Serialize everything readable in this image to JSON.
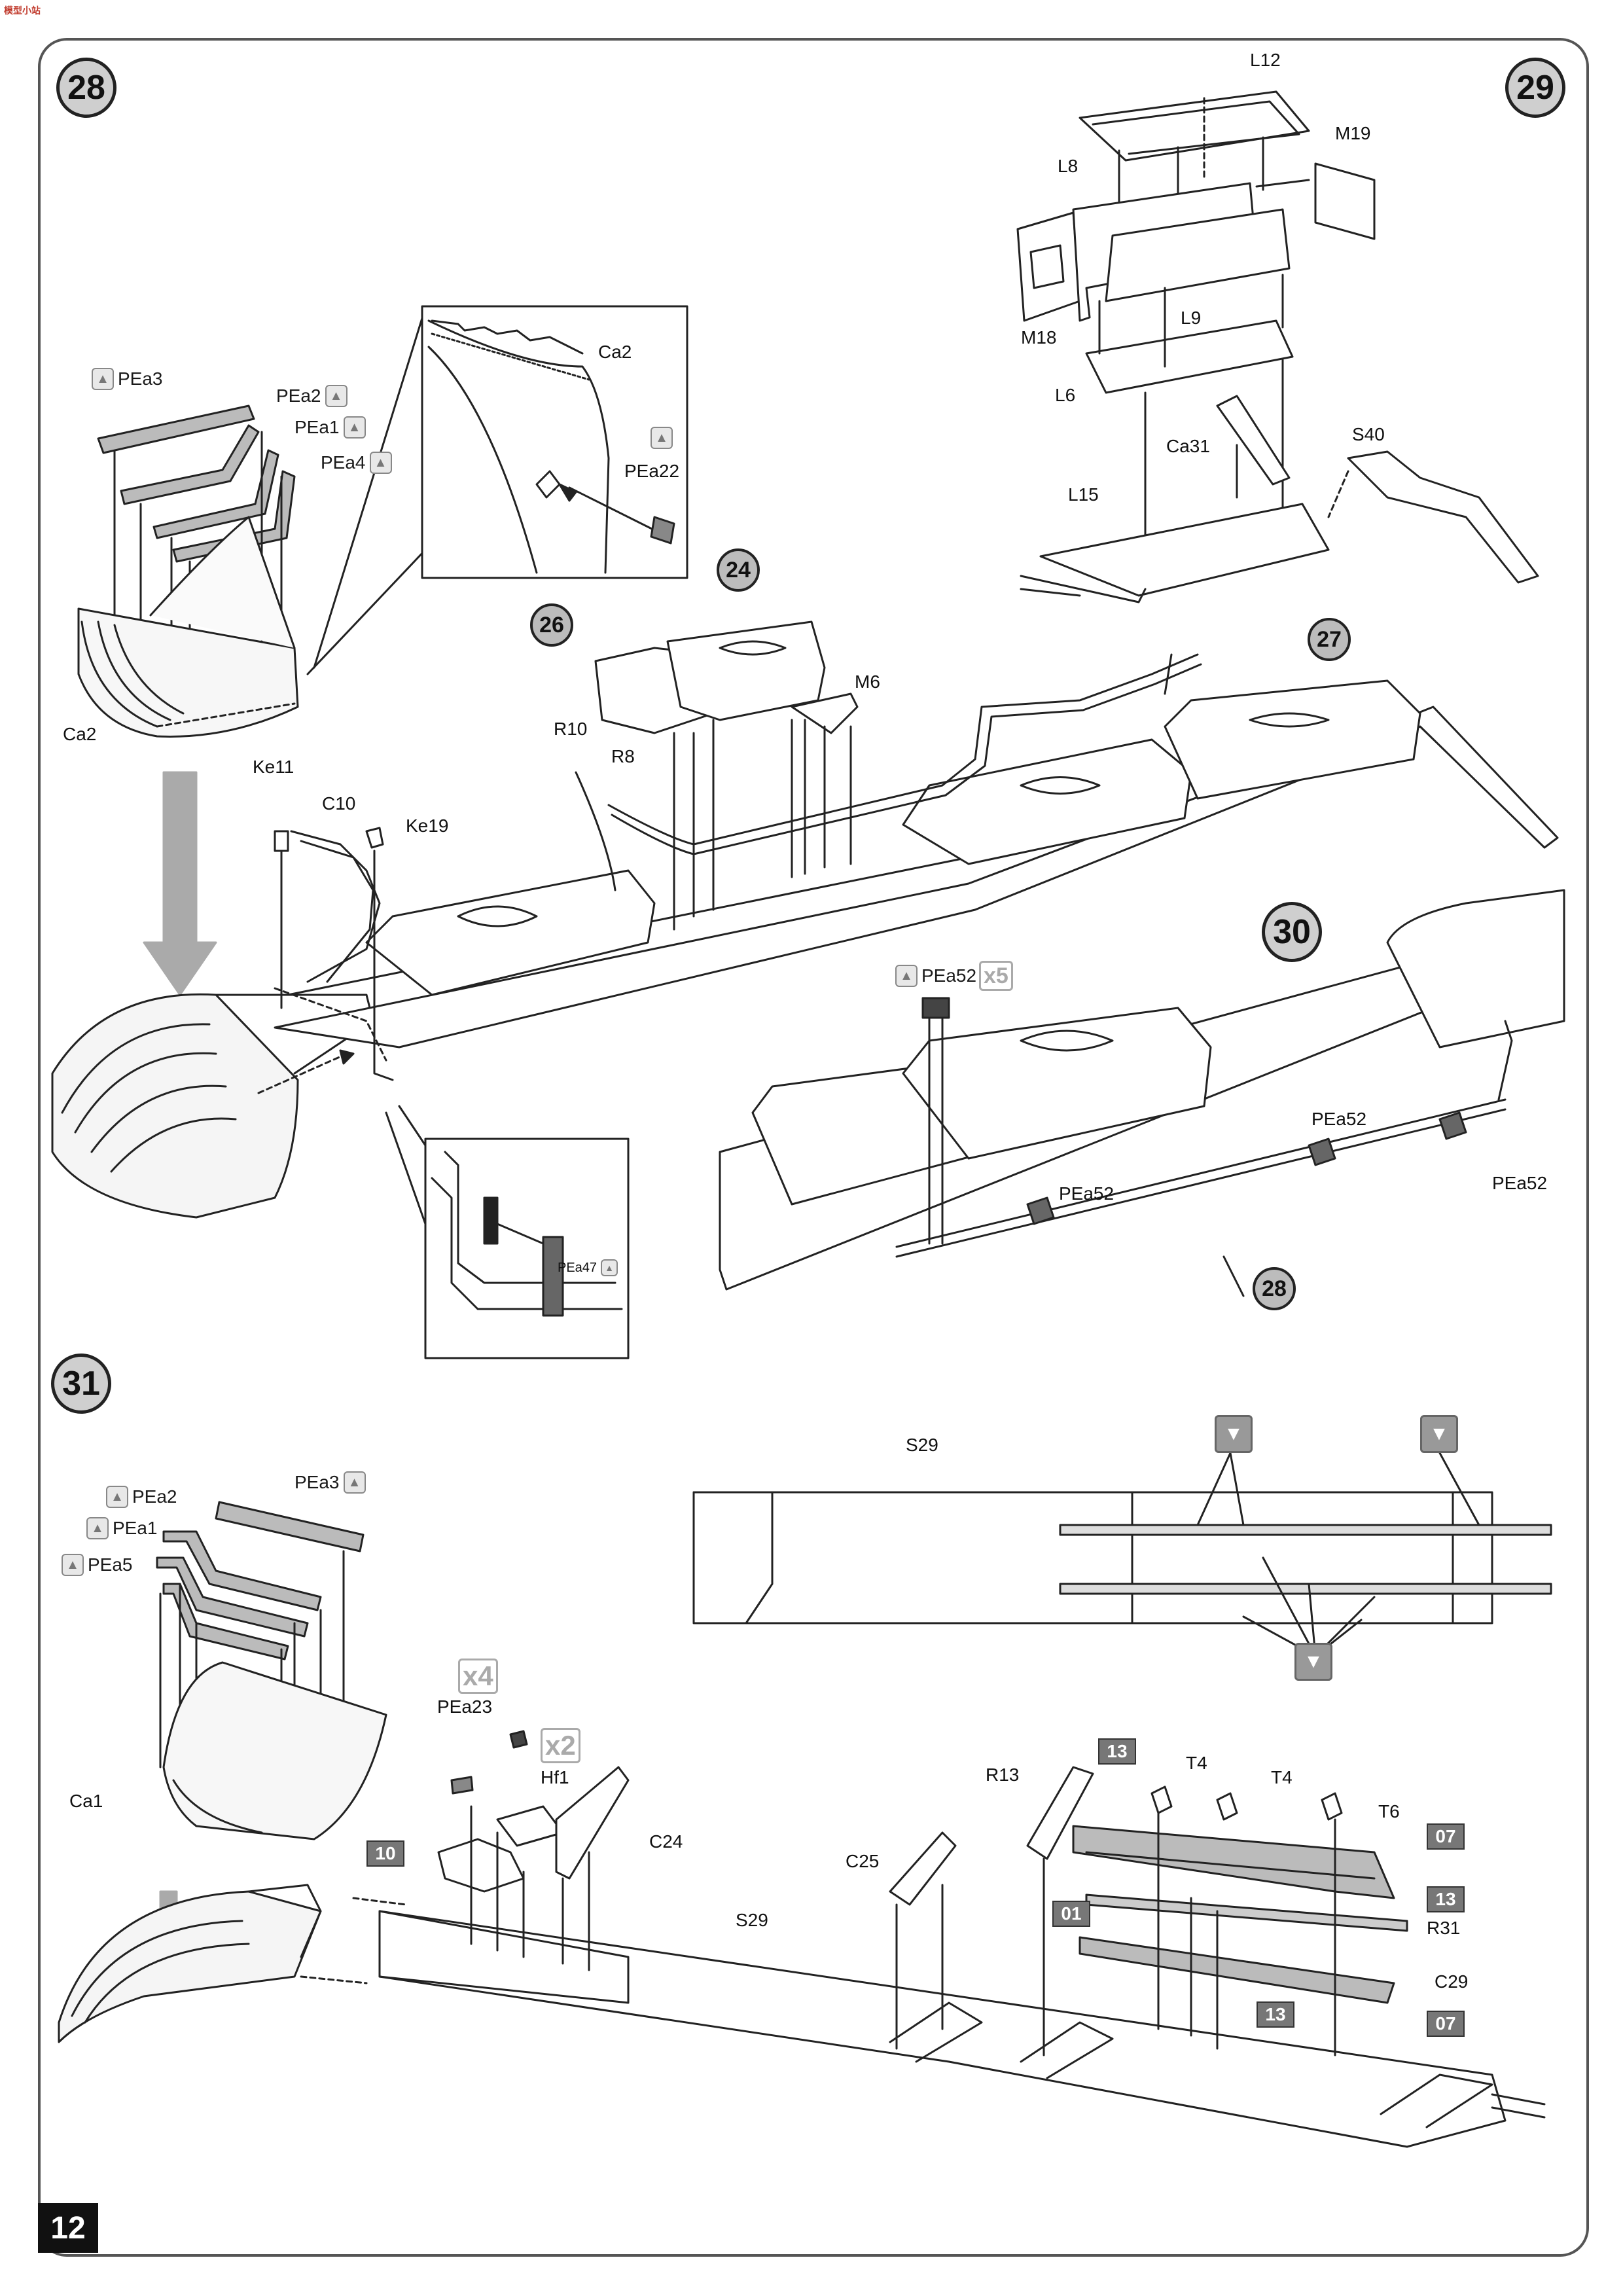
{
  "page": {
    "number": "12",
    "logo_text": "模型小站"
  },
  "steps": {
    "s28": "28",
    "s29": "29",
    "s30": "30",
    "s31": "31",
    "ref24": "24",
    "ref26": "26",
    "ref27": "27",
    "ref28": "28"
  },
  "step28": {
    "pea3": "PEa3",
    "pea2": "PEa2",
    "pea1": "PEa1",
    "pea4": "PEa4",
    "ca2_main": "Ca2",
    "ca2_detail": "Ca2",
    "pea22": "PEa22",
    "ke11": "Ke11",
    "c10": "C10",
    "ke19": "Ke19",
    "r10": "R10",
    "r8": "R8",
    "m6": "M6",
    "pea47": "PEa47"
  },
  "step29": {
    "l12": "L12",
    "m19": "M19",
    "l8": "L8",
    "l9": "L9",
    "m18": "M18",
    "l6": "L6",
    "ca31": "Ca31",
    "s40": "S40",
    "l15": "L15"
  },
  "step30": {
    "pea52_top": "PEa52",
    "qty": "x5",
    "pea52_a": "PEa52",
    "pea52_b": "PEa52",
    "pea52_c": "PEa52"
  },
  "step31": {
    "pea2": "PEa2",
    "pea1": "PEa1",
    "pea5": "PEa5",
    "pea3": "PEa3",
    "ca1": "Ca1",
    "pea23": "PEa23",
    "qty4": "x4",
    "qty2": "x2",
    "hf1": "Hf1",
    "c24": "C24",
    "sprue10": "10",
    "s29_top": "S29",
    "s29_bottom": "S29",
    "c25": "C25",
    "r13": "R13",
    "sprue13_a": "13",
    "t4_a": "T4",
    "t4_b": "T4",
    "t6": "T6",
    "sprue07_a": "07",
    "sprue13_b": "13",
    "r31": "R31",
    "sprue01": "01",
    "c29": "C29",
    "sprue13_c": "13",
    "sprue07_b": "07"
  },
  "icons": {
    "pe_icon": "photo-etch-icon",
    "down_icon": "down-arrow-icon"
  }
}
